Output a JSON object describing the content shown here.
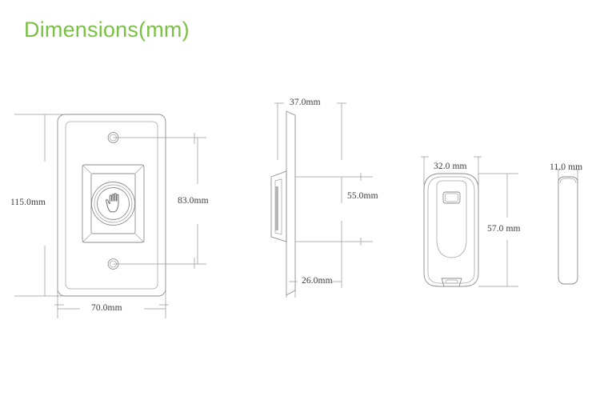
{
  "page": {
    "title": "Dimensions(mm)",
    "title_color": "#7ac143",
    "background": "#ffffff",
    "line_color": "#8d8d8d",
    "label_color": "#3d3d3d"
  },
  "views": [
    {
      "id": "front-plate",
      "name": "exit-button-front-view",
      "dimensions": {
        "height": "115.0mm",
        "screw_spacing": "83.0mm",
        "width": "70.0mm"
      },
      "features": [
        "screw-hole-top",
        "screw-hole-bottom",
        "beveled-button",
        "hand-icon"
      ]
    },
    {
      "id": "side-plate",
      "name": "exit-button-side-view",
      "dimensions": {
        "flange_depth": "37.0mm",
        "body_height": "55.0mm",
        "body_depth": "26.0mm"
      }
    },
    {
      "id": "remote-front",
      "name": "remote-front-view",
      "dimensions": {
        "width": "32.0 mm",
        "height": "57.0 mm"
      }
    },
    {
      "id": "remote-side",
      "name": "remote-side-view",
      "dimensions": {
        "thickness": "11.0 mm"
      }
    }
  ],
  "labels": {
    "plate_height": "115.0mm",
    "plate_screw_spacing": "83.0mm",
    "plate_width": "70.0mm",
    "side_flange": "37.0mm",
    "side_height": "55.0mm",
    "side_depth": "26.0mm",
    "remote_width": "32.0 mm",
    "remote_height": "57.0 mm",
    "remote_thickness": "11.0 mm"
  }
}
